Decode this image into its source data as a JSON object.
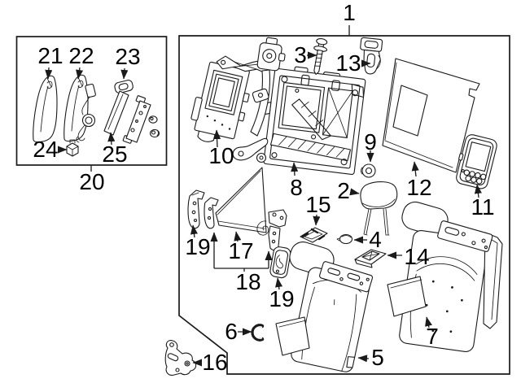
{
  "figure": {
    "kind": "exploded-parts-diagram",
    "subject": "vehicle rear seat back components",
    "background_color": "#ffffff",
    "line_color": "#1a1a1a",
    "main_group": {
      "callout": "1",
      "member_callouts": [
        "2",
        "3",
        "4",
        "5",
        "6",
        "7",
        "8",
        "9",
        "10",
        "11",
        "12",
        "13",
        "14",
        "15",
        "17",
        "18",
        "19"
      ]
    },
    "inset_group": {
      "callout": "20",
      "member_callouts": [
        "21",
        "22",
        "23",
        "24",
        "25"
      ]
    },
    "outside_callouts": [
      "16"
    ]
  },
  "labels": {
    "n1": "1",
    "n2": "2",
    "n3": "3",
    "n4": "4",
    "n5": "5",
    "n6": "6",
    "n7": "7",
    "n8": "8",
    "n9": "9",
    "n10": "10",
    "n11": "11",
    "n12": "12",
    "n13": "13",
    "n14": "14",
    "n15": "15",
    "n16": "16",
    "n17": "17",
    "n18": "18",
    "n19a": "19",
    "n19b": "19",
    "n20": "20",
    "n21": "21",
    "n22": "22",
    "n23": "23",
    "n24": "24",
    "n25": "25"
  }
}
